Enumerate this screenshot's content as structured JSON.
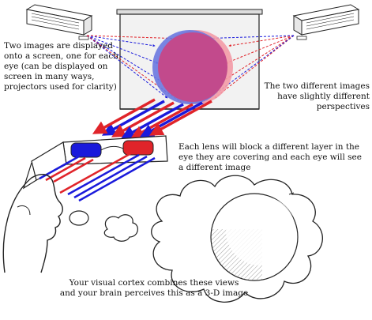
{
  "captions": {
    "projection": "Two images are displayed\nonto a screen, one for each\neye (can be displayed on\nscreen in many ways,\nprojectors used for clarity)",
    "perspectives": "The two different images\nhave slightly different\nperspectives",
    "lenses": "Each lens will block a different layer in the\neye they are covering and each eye will see\na different image",
    "cortex": "Your visual cortex combines these views\nand your brain perceives this as a 3-D image"
  },
  "colors": {
    "left_eye": "#1a1adb",
    "right_eye": "#e0242a",
    "combined_image": "#c24a8c",
    "screen": "#f2f2f2",
    "outline": "#222222"
  },
  "icons": [
    "projector-icon",
    "projection-screen-icon",
    "anaglyph-glasses-icon",
    "head-silhouette-icon",
    "thought-cloud-icon",
    "sphere-icon"
  ]
}
